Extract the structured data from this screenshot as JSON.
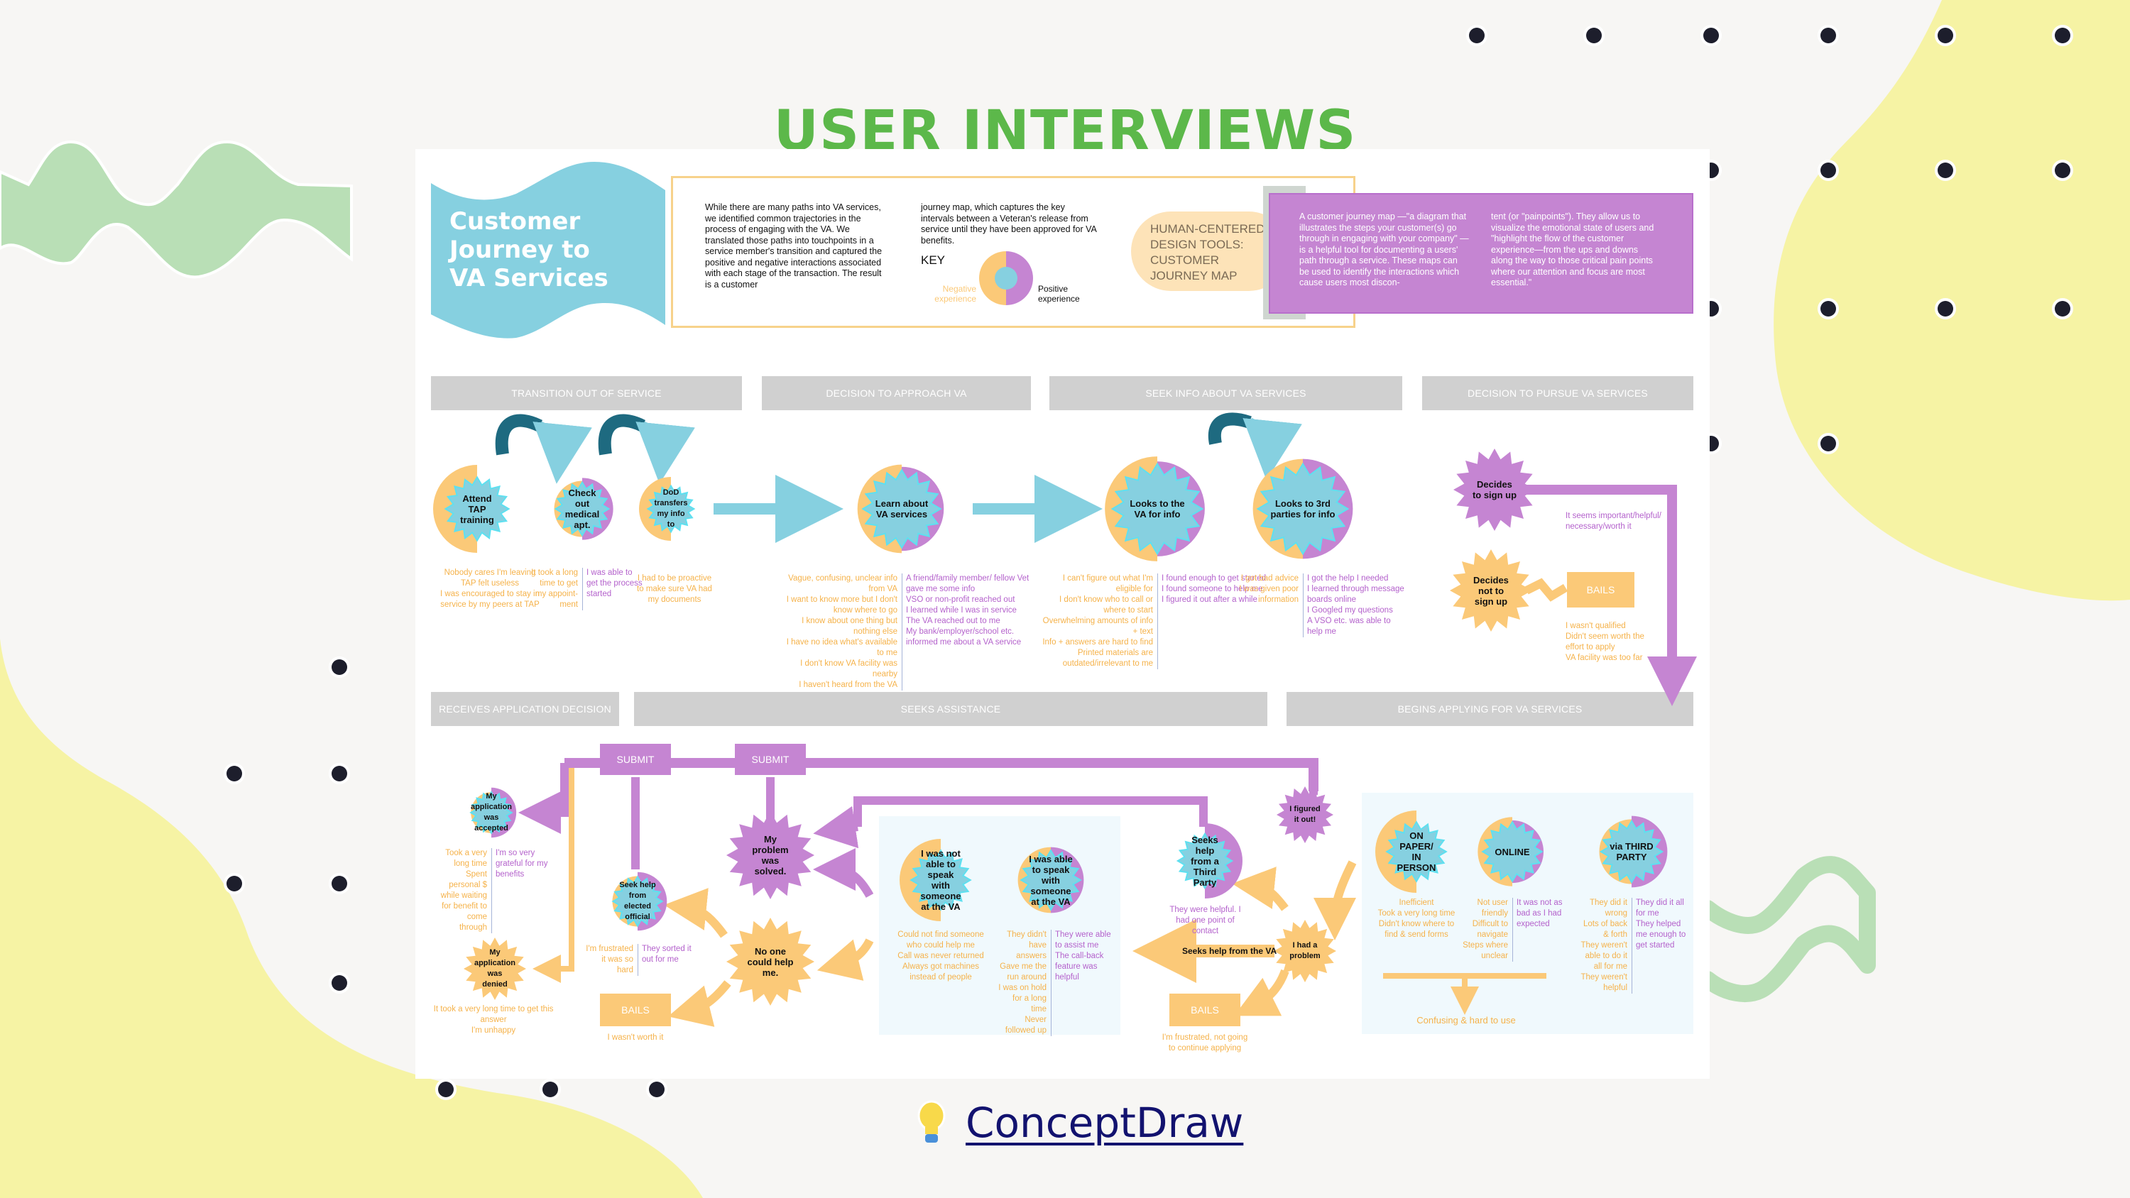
{
  "page": {
    "title": "USER INTERVIEWS",
    "footer_link": "ConceptDraw",
    "footer_icon": "lightbulb-icon"
  },
  "colors": {
    "title_green": "#5cb84a",
    "negative_orange": "#fbc978",
    "positive_purple": "#c585d2",
    "process_blue": "#86d0e0",
    "stage_grey": "#d0d0d0",
    "background": "#f7f6f4",
    "deco_yellow": "#f6f3a4",
    "deco_green": "#b9dfb6",
    "dot": "#1d1e2c",
    "link_navy": "#12126f"
  },
  "map": {
    "banner_title": [
      "Customer",
      "Journey to",
      "VA Services"
    ],
    "intro_col1": "While there are many paths into VA services, we identified common trajectories in the process of engaging with the VA. We translated those paths into touchpoints in a service member's transition and captured the positive and negative interactions associated with each stage of the transaction. The result is a customer",
    "intro_col2": "journey map, which captures the key intervals between a Veteran's release from service until they have been approved for VA benefits.",
    "key": {
      "label": "KEY",
      "negative": "Negative experience",
      "positive": "Positive experience"
    },
    "hcd_tag": [
      "HUMAN-CENTERED",
      "DESIGN TOOLS:",
      "CUSTOMER",
      "JOURNEY MAP"
    ],
    "definition_col1": "A customer journey map —\"a diagram that illustrates the steps your customer(s) go through in engaging with your company\" — is a helpful tool for documenting a users' path through a service. These maps can be used to identify the interactions which cause users most discon-",
    "definition_col2": "tent (or \"painpoints\"). They allow us to visualize the emotional state of users and \"highlight the flow of the customer experience—from the ups and downs along the way to those critical pain points where our attention and focus are most essential.\""
  },
  "stages": [
    {
      "id": "transition",
      "label": "Transition out of service"
    },
    {
      "id": "approach",
      "label": "Decision to approach VA"
    },
    {
      "id": "seek-info",
      "label": "Seek info about VA services"
    },
    {
      "id": "pursue",
      "label": "Decision to pursue VA services"
    },
    {
      "id": "decision",
      "label": "Receives application decision"
    },
    {
      "id": "assistance",
      "label": "Seeks assistance"
    },
    {
      "id": "applying",
      "label": "Begins applying for VA services"
    }
  ],
  "touchpoints": [
    {
      "id": "tap",
      "label": "Attend TAP training",
      "negative": 1.0,
      "positive": 0.0,
      "neg_notes": "Nobody cares I'm leaving\nTAP felt useless\nI was encouraged to stay in service by my peers at TAP",
      "pos_notes": ""
    },
    {
      "id": "medical",
      "label": "Check out medical apt.",
      "negative": 0.4,
      "positive": 0.6,
      "neg_notes": "It took a long time to get my appoint-ment",
      "pos_notes": "I was able to get the process started"
    },
    {
      "id": "dod",
      "label": "DoD transfers my info to",
      "negative": 1.0,
      "positive": 0.0,
      "neg_notes": "I had to be proactive to make sure VA had my documents",
      "pos_notes": ""
    },
    {
      "id": "learn",
      "label": "Learn about VA services",
      "negative": 0.55,
      "positive": 0.45,
      "neg_notes": "Vague, confusing, unclear info from VA\nI want to know more but I don't know where to go\nI know about one thing but nothing else\nI have no idea what's available to me\nI don't know VA facility was nearby\nI haven't heard from the VA",
      "pos_notes": "A friend/family member/ fellow Vet gave me some info\nVSO or non-profit reached out\nI learned while I was in service\nThe VA reached out to me\nMy bank/employer/school etc. informed me about a VA service"
    },
    {
      "id": "look-va",
      "label": "Looks to the VA for info",
      "negative": 0.6,
      "positive": 0.4,
      "neg_notes": "I can't figure out what I'm eligible for\nI don't know who to call or where to start\nOverwhelming amounts of info + text\nInfo + answers are hard to find\nPrinted materials are outdated/irrelevant to me",
      "pos_notes": "I found enough to get started\nI found someone to help me\nI figured it out after a while"
    },
    {
      "id": "look-3rd",
      "label": "Looks to 3rd parties for info",
      "negative": 0.5,
      "positive": 0.5,
      "neg_notes": "I got bad advice\nI was given poor information",
      "pos_notes": "I got the help I needed\nI learned through message boards online\nI Googled my questions\nA VSO etc. was able to help me"
    },
    {
      "id": "sign-up",
      "label": "Decides to sign up",
      "type": "positive-burst",
      "pos_notes": "It seems important/helpful/ necessary/worth it"
    },
    {
      "id": "not-sign-up",
      "label": "Decides not to sign up",
      "type": "negative-burst",
      "neg_notes": "I wasn't qualified\nDidn't seem worth the effort to apply\nVA facility was too far"
    },
    {
      "id": "accepted",
      "label": "My application was accepted",
      "negative": 0.3,
      "positive": 0.7,
      "neg_notes": "Took a very long time\nSpent personal $ while waiting for benefit to come through",
      "pos_notes": "I'm so very grateful for my benefits"
    },
    {
      "id": "denied",
      "label": "My application was denied",
      "type": "negative-burst",
      "neg_notes": "It took a very long time to get this answer\nI'm unhappy"
    },
    {
      "id": "official",
      "label": "Seek help from elected official",
      "negative": 0.35,
      "positive": 0.65,
      "neg_notes": "I'm frustrated it was so hard",
      "pos_notes": "They sorted it out for me"
    },
    {
      "id": "solved",
      "label": "My problem was solved.",
      "type": "positive-burst"
    },
    {
      "id": "no-one",
      "label": "No one could help me.",
      "type": "negative-burst"
    },
    {
      "id": "not-speak",
      "label": "I was not able to speak with someone at the VA",
      "negative": 1.0,
      "positive": 0.0,
      "neg_notes": "Could not find someone who could help me\nCall was never returned\nAlways got machines instead of people"
    },
    {
      "id": "speak",
      "label": "I was able to speak with someone at the VA",
      "negative": 0.5,
      "positive": 0.5,
      "neg_notes": "They didn't have answers\nGave me the run around\nI was on hold for a long time\nNever followed up",
      "pos_notes": "They were able to assist me\nThe call-back feature was helpful"
    },
    {
      "id": "third-party",
      "label": "Seeks help from a Third Party",
      "negative": 0.0,
      "positive": 1.0,
      "pos_notes": "They were helpful. I had one point of contact"
    },
    {
      "id": "figured",
      "label": "I figured it out!",
      "type": "positive-burst"
    },
    {
      "id": "problem",
      "label": "I had a problem",
      "type": "negative-burst"
    },
    {
      "id": "paper",
      "label": "ON PAPER/ IN PERSON",
      "negative": 1.0,
      "positive": 0.0,
      "neg_notes": "Inefficient\nTook a very long time\nDidn't know where to find & send forms"
    },
    {
      "id": "online",
      "label": "ONLINE",
      "negative": 0.6,
      "positive": 0.4,
      "neg_notes": "Not user friendly\nDifficult to navigate\nSteps where unclear",
      "pos_notes": "It was not as bad as I had expected"
    },
    {
      "id": "via-third",
      "label": "via THIRD PARTY",
      "negative": 0.4,
      "positive": 0.6,
      "neg_notes": "They did it wrong\nLots of back & forth\nThey weren't able to do it all for me\nThey weren't helpful",
      "pos_notes": "They did it all for me\nThey helped me enough to get started"
    }
  ],
  "connectors": {
    "submit_labels": [
      "SUBMIT",
      "SUBMIT"
    ],
    "bails_label": "BAILS",
    "bails_notes": [
      "I wasn't worth it",
      "I'm frustrated, not going to continue applying"
    ],
    "seeks_va_label": "Seeks help from the VA",
    "applying_summary": "Confusing & hard to use"
  }
}
